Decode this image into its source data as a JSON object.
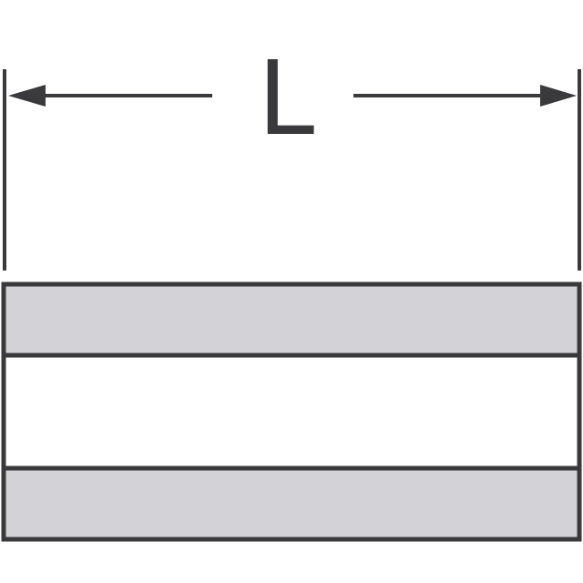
{
  "diagram": {
    "title": "Length dimension drawing",
    "dimension": {
      "label": "L",
      "meaning": "overall length",
      "arrow_style": "double-headed, filled triangle heads"
    },
    "part": {
      "description": "three-layer rectangular strip, side view",
      "layers": [
        {
          "name": "top-layer",
          "fill": "#d3d3d7"
        },
        {
          "name": "middle-layer",
          "fill": "#ffffff"
        },
        {
          "name": "bottom-layer",
          "fill": "#d3d3d7"
        }
      ]
    },
    "colors": {
      "stroke": "#3a3a3c",
      "shaded_fill": "#d3d3d7",
      "background": "#ffffff"
    }
  }
}
